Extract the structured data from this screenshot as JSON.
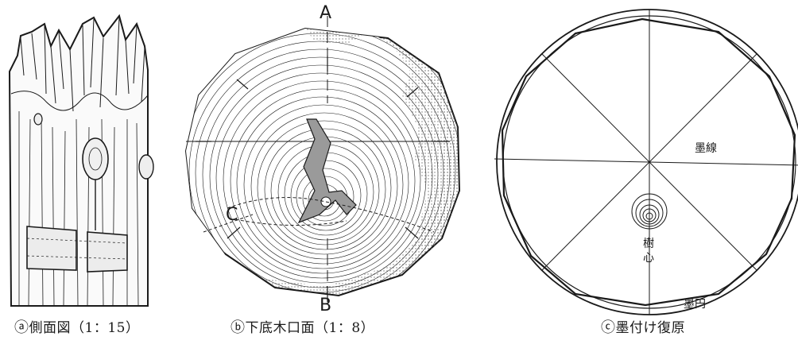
{
  "panel_a": {
    "caption_mark": "ⓐ",
    "caption_text": "側面図（1：15）"
  },
  "panel_b": {
    "caption_mark": "ⓑ",
    "caption_text": "下底木口面（1：8）",
    "label_top": "A",
    "label_bottom": "B",
    "label_left": "C"
  },
  "panel_c": {
    "caption_mark": "ⓒ",
    "caption_text": "墨付け復原",
    "label_ink_line": "墨線",
    "label_pith": "樹\n心",
    "label_ink_circle": "墨円"
  }
}
